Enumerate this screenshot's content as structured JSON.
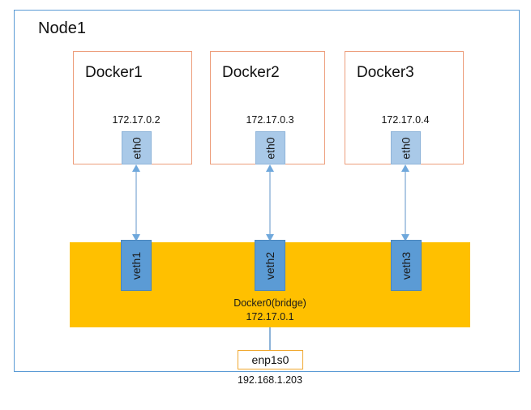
{
  "node": {
    "label": "Node1",
    "border_color": "#5b9bd5"
  },
  "containers": [
    {
      "title": "Docker1",
      "ip": "172.17.0.2",
      "iface": "eth0",
      "veth": "veth1",
      "border_color": "#ed9e7c"
    },
    {
      "title": "Docker2",
      "ip": "172.17.0.3",
      "iface": "eth0",
      "veth": "veth2",
      "border_color": "#ed9e7c"
    },
    {
      "title": "Docker3",
      "ip": "172.17.0.4",
      "iface": "eth0",
      "veth": "veth3",
      "border_color": "#ed9e7c"
    }
  ],
  "bridge": {
    "name": "Docker0(bridge)",
    "ip": "172.17.0.1",
    "fill_color": "#ffc000"
  },
  "nic": {
    "name": "enp1s0",
    "ip": "192.168.1.203",
    "border_color": "#f0a830"
  },
  "colors": {
    "eth_chip": "#a9c9e8",
    "veth_chip": "#5b9bd5",
    "connector": "#8eb4d8"
  }
}
